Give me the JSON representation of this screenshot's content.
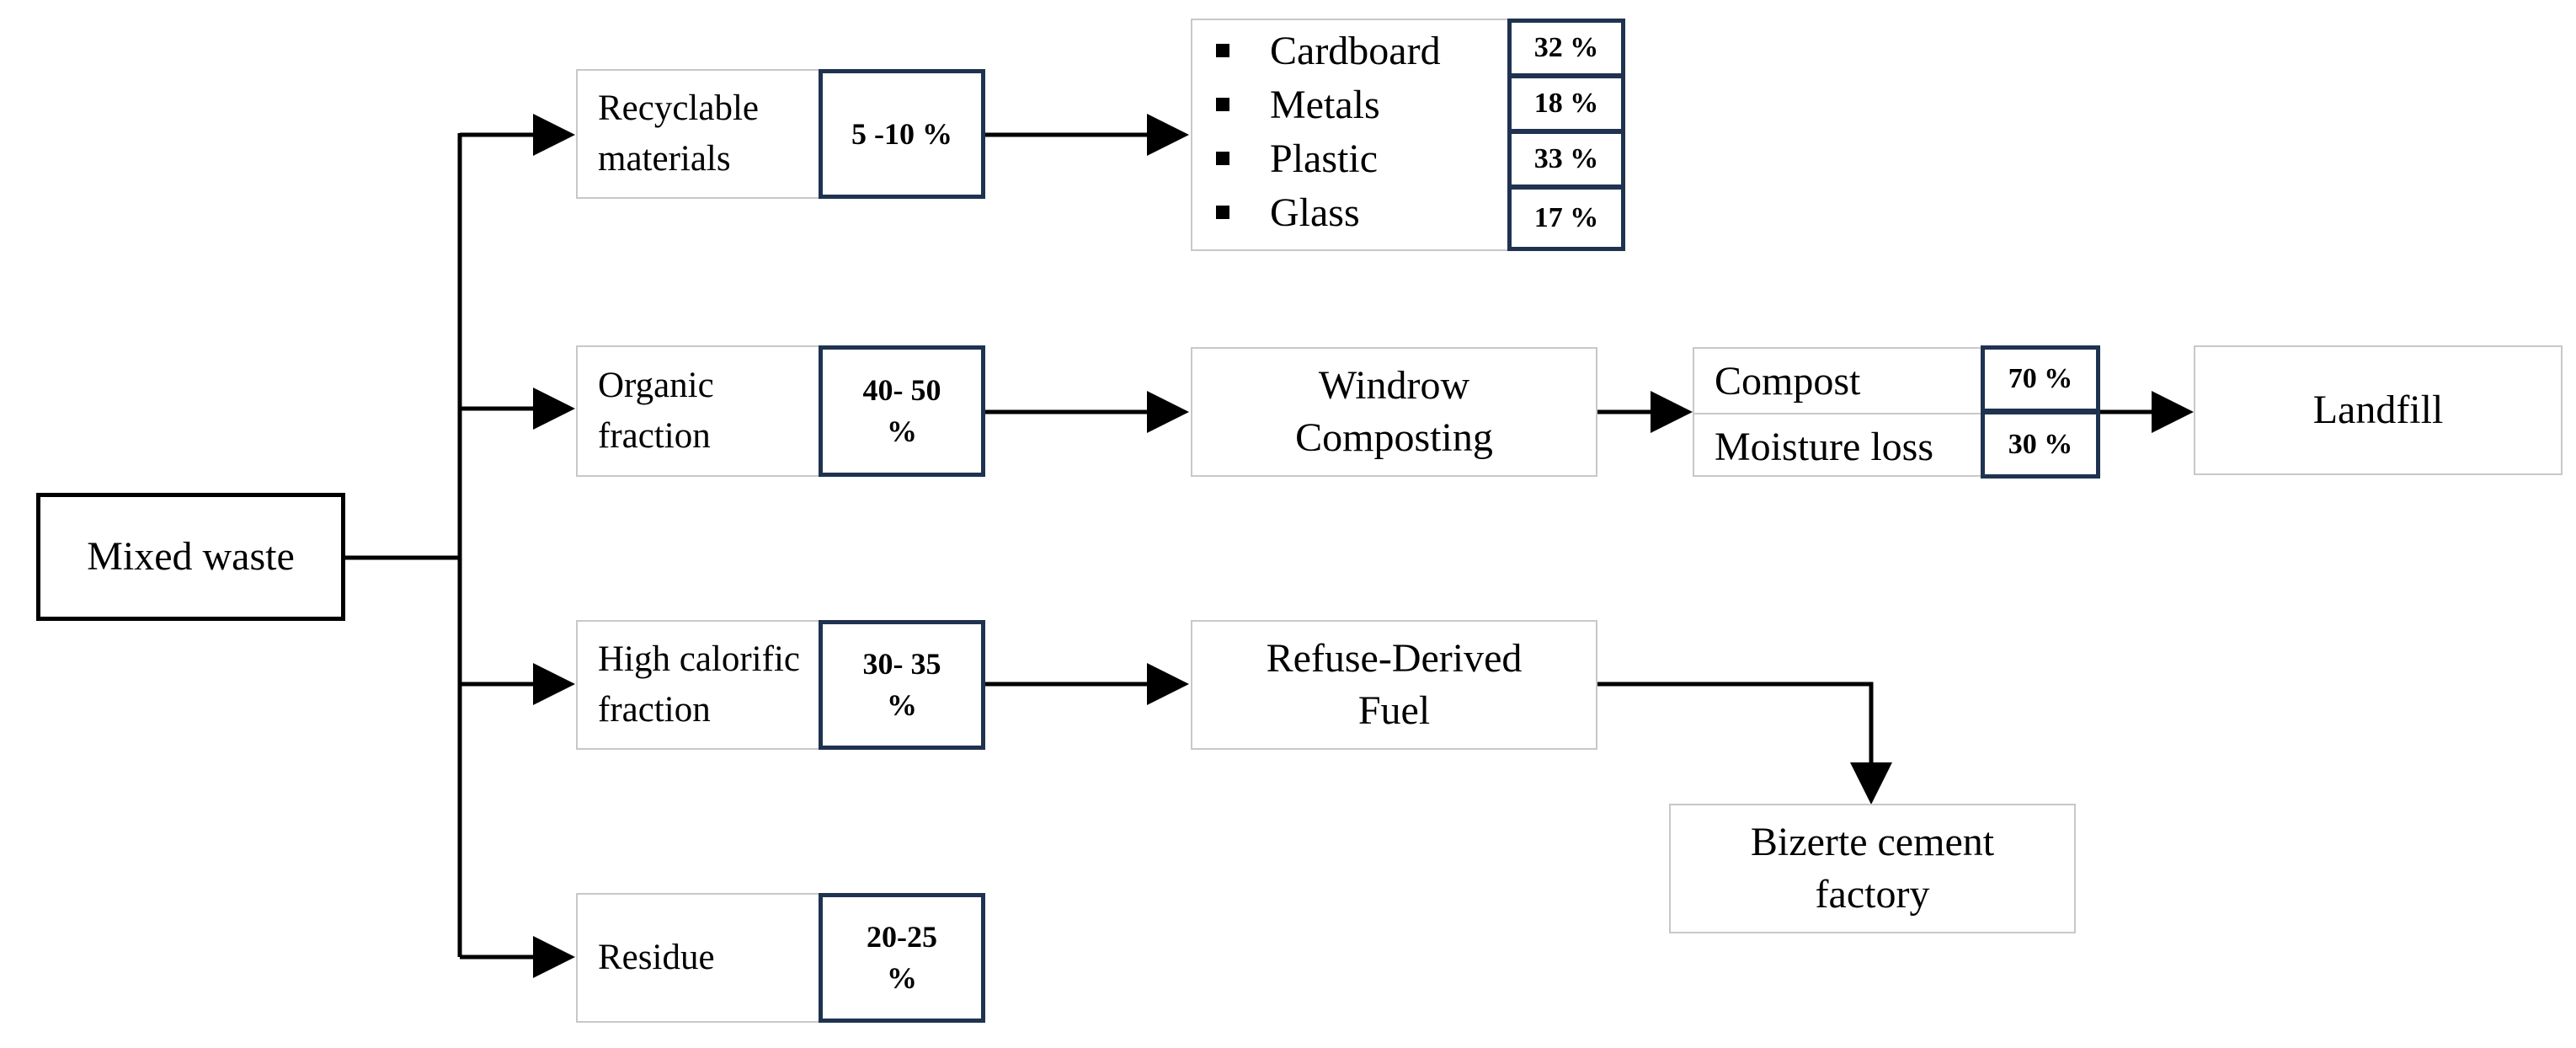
{
  "source": {
    "label": "Mixed waste"
  },
  "branches": [
    {
      "label": "Recyclable materials",
      "percent": "5 -10 %"
    },
    {
      "label": "Organic fraction",
      "percent": "40- 50 %"
    },
    {
      "label": "High calorific fraction",
      "percent": "30- 35 %"
    },
    {
      "label": "Residue",
      "percent": "20-25 %"
    }
  ],
  "recyclables": [
    {
      "name": "Cardboard",
      "percent": "32 %"
    },
    {
      "name": "Metals",
      "percent": "18 %"
    },
    {
      "name": "Plastic",
      "percent": "33 %"
    },
    {
      "name": "Glass",
      "percent": "17 %"
    }
  ],
  "composting": {
    "label": "Windrow Composting"
  },
  "compost_outputs": [
    {
      "name": "Compost",
      "percent": "70 %"
    },
    {
      "name": "Moisture loss",
      "percent": "30 %"
    }
  ],
  "landfill": {
    "label": "Landfill"
  },
  "rdf": {
    "label": "Refuse-Derived Fuel"
  },
  "cement": {
    "label": "Bizerte cement factory"
  }
}
